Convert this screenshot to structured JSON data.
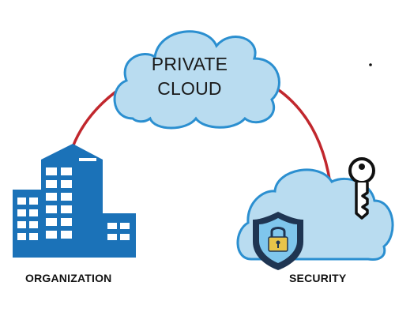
{
  "diagram": {
    "cloud_label_line1": "PRIVATE",
    "cloud_label_line2": "CLOUD",
    "left_caption": "ORGANIZATION",
    "right_caption": "SECURITY"
  },
  "icons": {
    "central": "cloud-icon",
    "left": "office-buildings-icon",
    "right_cloud": "cloud-icon",
    "right_shield": "padlock-shield-icon",
    "right_key": "key-icon"
  },
  "colors": {
    "cloud_fill": "#b9dcf0",
    "cloud_stroke": "#2b8fd0",
    "connector": "#c1272d",
    "building_blue": "#1b72b8",
    "shield_navy": "#1f3552",
    "lock_gold": "#e7c44a"
  }
}
